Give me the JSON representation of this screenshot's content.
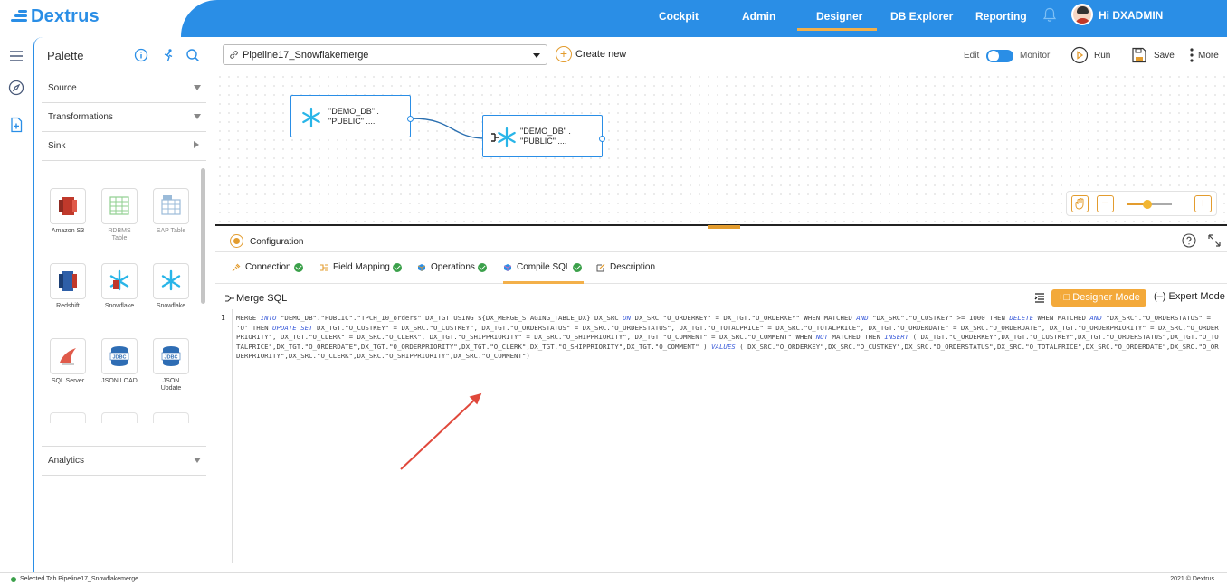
{
  "app": {
    "logo": "Dextrus",
    "greeting": "Hi DXADMIN"
  },
  "nav": [
    {
      "label": "Cockpit"
    },
    {
      "label": "Admin"
    },
    {
      "label": "Designer"
    },
    {
      "label": "DB Explorer"
    },
    {
      "label": "Reporting"
    }
  ],
  "palette": {
    "title": "Palette",
    "sections": [
      "Source",
      "Transformations",
      "Sink",
      "Analytics"
    ],
    "tiles": [
      {
        "label": "Amazon S3"
      },
      {
        "label": "RDBMS Table"
      },
      {
        "label": "SAP Table"
      },
      {
        "label": "Redshift"
      },
      {
        "label": "Snowflake"
      },
      {
        "label": "Snowflake"
      },
      {
        "label": "SQL Server"
      },
      {
        "label": "JSON LOAD"
      },
      {
        "label": "JSON Update"
      }
    ]
  },
  "toolbar": {
    "pipeline": "Pipeline17_Snowflakemerge",
    "create_new": "Create new",
    "edit": "Edit",
    "monitor": "Monitor",
    "run": "Run",
    "save": "Save",
    "more": "More"
  },
  "canvas": {
    "node1": {
      "line1": "\"DEMO_DB\" .",
      "line2": "\"PUBLIC\" ...."
    },
    "node2": {
      "line1": "\"DEMO_DB\" .",
      "line2": "\"PUBLIC\" ...."
    }
  },
  "config": {
    "title": "Configuration",
    "tabs": [
      {
        "label": "Connection"
      },
      {
        "label": "Field Mapping"
      },
      {
        "label": "Operations"
      },
      {
        "label": "Compile SQL"
      },
      {
        "label": "Description"
      }
    ],
    "sql_title": "Merge SQL",
    "designer_mode": "Designer Mode",
    "expert_mode": "Expert Mode",
    "line_number": "1",
    "sql": [
      {
        "t": "MERGE ",
        "k": false
      },
      {
        "t": "INTO ",
        "k": true
      },
      {
        "t": "\"DEMO_DB\".\"PUBLIC\".\"TPCH_10_orders\" DX_TGT  USING ${DX_MERGE_STAGING_TABLE_DX} DX_SRC ",
        "k": false
      },
      {
        "t": "ON ",
        "k": true
      },
      {
        "t": " DX_SRC.\"O_ORDERKEY\" =  DX_TGT.\"O_ORDERKEY\"  WHEN MATCHED  ",
        "k": false
      },
      {
        "t": "AND ",
        "k": true
      },
      {
        "t": "\"DX_SRC\".\"O_CUSTKEY\" >= 1000 THEN ",
        "k": false
      },
      {
        "t": "DELETE ",
        "k": true
      },
      {
        "t": "WHEN MATCHED  ",
        "k": false
      },
      {
        "t": "AND ",
        "k": true
      },
      {
        "t": "\"DX_SRC\".\"O_ORDERSTATUS\" = 'O' THEN ",
        "k": false
      },
      {
        "t": "UPDATE SET ",
        "k": true
      },
      {
        "t": " DX_TGT.\"O_CUSTKEY\" =  DX_SRC.\"O_CUSTKEY\", DX_TGT.\"O_ORDERSTATUS\" =  DX_SRC.\"O_ORDERSTATUS\", DX_TGT.\"O_TOTALPRICE\" =  DX_SRC.\"O_TOTALPRICE\", DX_TGT.\"O_ORDERDATE\" =  DX_SRC.\"O_ORDERDATE\", DX_TGT.\"O_ORDERPRIORITY\" =  DX_SRC.\"O_ORDERPRIORITY\", DX_TGT.\"O_CLERK\" =  DX_SRC.\"O_CLERK\", DX_TGT.\"O_SHIPPRIORITY\" =  DX_SRC.\"O_SHIPPRIORITY\", DX_TGT.\"O_COMMENT\" =  DX_SRC.\"O_COMMENT\" WHEN ",
        "k": false
      },
      {
        "t": "NOT ",
        "k": true
      },
      {
        "t": "MATCHED THEN ",
        "k": false
      },
      {
        "t": "INSERT ",
        "k": true
      },
      {
        "t": "( DX_TGT.\"O_ORDERKEY\",DX_TGT.\"O_CUSTKEY\",DX_TGT.\"O_ORDERSTATUS\",DX_TGT.\"O_TOTALPRICE\",DX_TGT.\"O_ORDERDATE\",DX_TGT.\"O_ORDERPRIORITY\",DX_TGT.\"O_CLERK\",DX_TGT.\"O_SHIPPRIORITY\",DX_TGT.\"O_COMMENT\" ) ",
        "k": false
      },
      {
        "t": "VALUES ",
        "k": true
      },
      {
        "t": "( DX_SRC.\"O_ORDERKEY\",DX_SRC.\"O_CUSTKEY\",DX_SRC.\"O_ORDERSTATUS\",DX_SRC.\"O_TOTALPRICE\",DX_SRC.\"O_ORDERDATE\",DX_SRC.\"O_ORDERPRIORITY\",DX_SRC.\"O_CLERK\",DX_SRC.\"O_SHIPPRIORITY\",DX_SRC.\"O_COMMENT\")",
        "k": false
      }
    ]
  },
  "footer": {
    "status": "Selected Tab Pipeline17_Snowflakemerge",
    "copyright": "2021 © Dextrus"
  },
  "colors": {
    "brand": "#2a8ee6",
    "accent": "#f3a93a",
    "success": "#3ba04a"
  }
}
